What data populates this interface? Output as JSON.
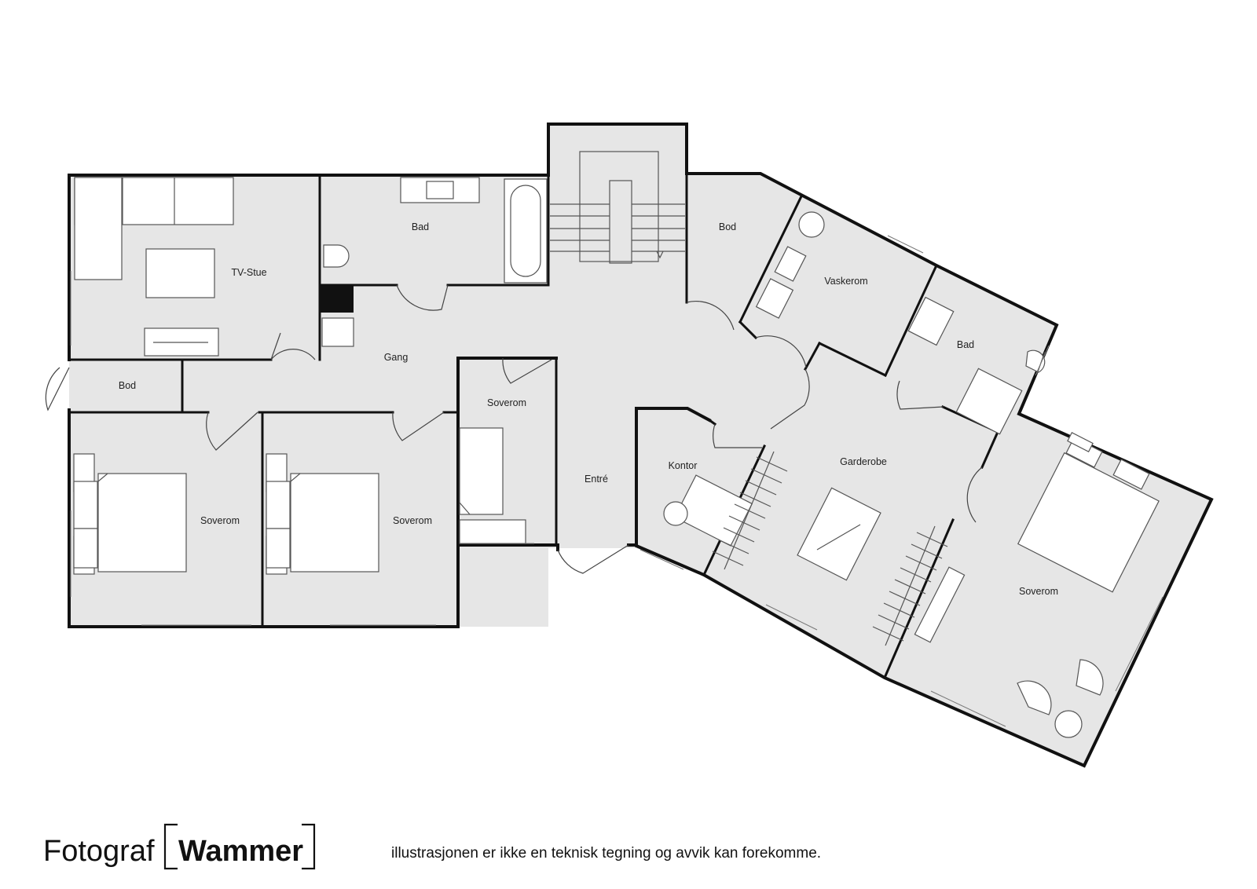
{
  "rooms": {
    "tv_stue": "TV-Stue",
    "bad_top": "Bad",
    "bod_top": "Bod",
    "vaskerom": "Vaskerom",
    "bad_right": "Bad",
    "gang": "Gang",
    "bod_left": "Bod",
    "soverom_1": "Soverom",
    "soverom_2": "Soverom",
    "soverom_3": "Soverom",
    "entre": "Entré",
    "kontor": "Kontor",
    "garderobe": "Garderobe",
    "soverom_4": "Soverom"
  },
  "footer": {
    "brand_light": "Fotograf",
    "brand_bold": "Wammer",
    "disclaimer": "illustrasjonen er ikke en teknisk tegning og avvik kan forekomme."
  },
  "colors": {
    "floor": "#e6e6e6",
    "wall": "#111111"
  }
}
